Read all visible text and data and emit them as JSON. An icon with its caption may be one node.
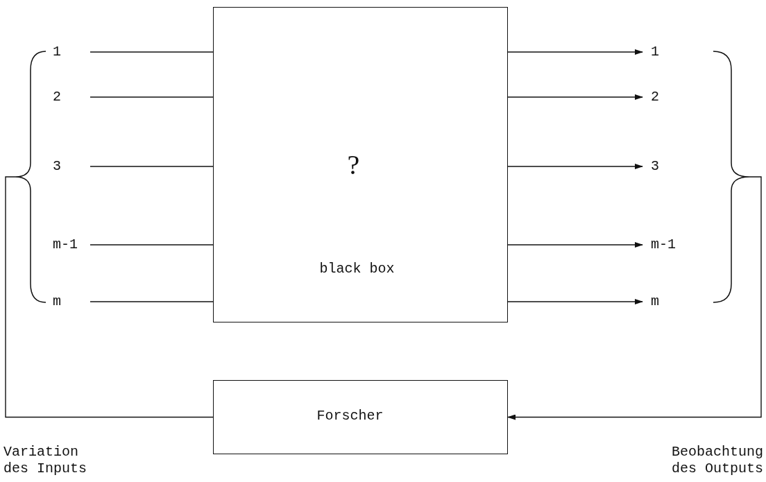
{
  "diagram": {
    "nodes": [
      {
        "text": [
          "?",
          "black box"
        ]
      },
      {
        "text": [
          "1"
        ]
      },
      {
        "text": [
          "2"
        ]
      },
      {
        "text": [
          "3"
        ]
      },
      {
        "text": [
          "m-1"
        ]
      },
      {
        "text": [
          "m"
        ]
      },
      {
        "text": [
          "1"
        ]
      },
      {
        "text": [
          "2"
        ]
      },
      {
        "text": [
          "3"
        ]
      },
      {
        "text": [
          "m-1"
        ]
      },
      {
        "text": [
          "m"
        ]
      },
      {
        "text": [],
        "shape": "brace"
      },
      {
        "text": [],
        "shape": "brace"
      },
      {
        "text": [
          "Forscher"
        ]
      }
    ],
    "edges": [
      {
        "from": 1,
        "to": 0,
        "arrow": "none"
      },
      {
        "from": 2,
        "to": 0,
        "arrow": "none"
      },
      {
        "from": 3,
        "to": 0,
        "arrow": "none"
      },
      {
        "from": 4,
        "to": 0,
        "arrow": "none"
      },
      {
        "from": 5,
        "to": 0,
        "arrow": "none"
      },
      {
        "from": 0,
        "to": 6,
        "arrow": "to"
      },
      {
        "from": 0,
        "to": 7,
        "arrow": "to"
      },
      {
        "from": 0,
        "to": 8,
        "arrow": "to"
      },
      {
        "from": 0,
        "to": 9,
        "arrow": "to"
      },
      {
        "from": 0,
        "to": 10,
        "arrow": "to"
      },
      {
        "from": 13,
        "to": 11,
        "arrow": "none"
      },
      {
        "from": 12,
        "to": 13,
        "arrow": "to"
      }
    ],
    "labels": [
      "Variation des Inputs",
      "Beobachtung des Outputs"
    ]
  }
}
